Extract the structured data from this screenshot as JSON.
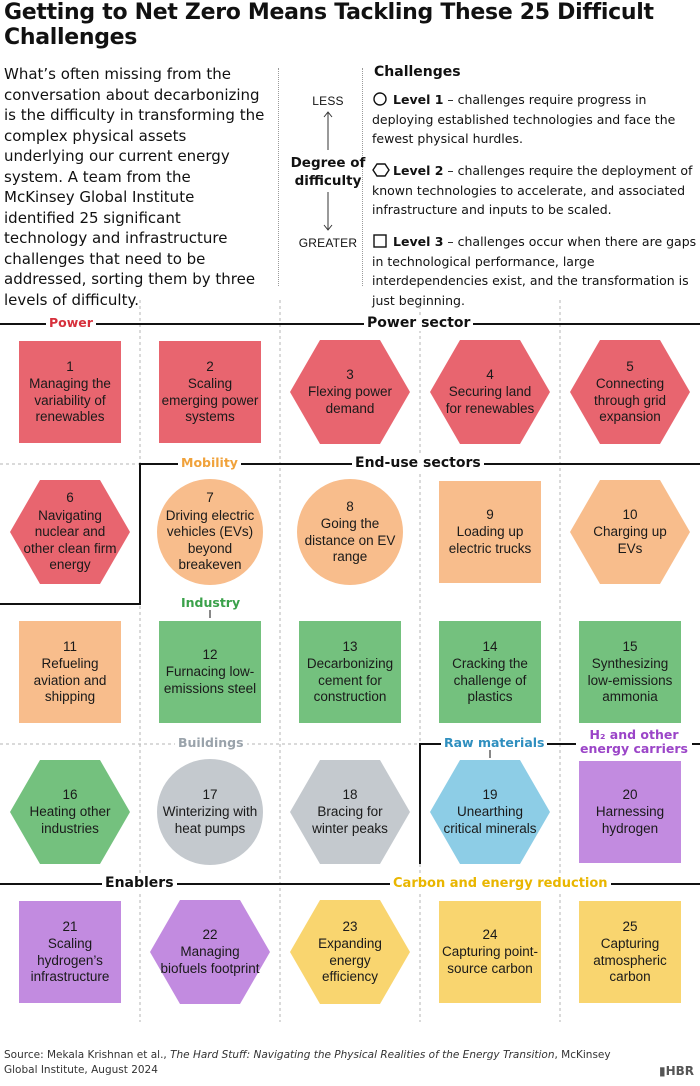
{
  "title": "Getting to Net Zero Means Tackling These 25 Difficult Challenges",
  "intro": "What’s often missing from the conversation about decarbonizing is the difficulty in transforming the complex physical assets underlying our current energy system. A team from the McKinsey Global Institute identified 25 significant technology and infrastructure challenges that need to be addressed, sorting them by three levels of difficulty.",
  "difficulty": {
    "less": "LESS",
    "label": "Degree of difficulty",
    "greater": "GREATER"
  },
  "legend": {
    "title": "Challenges",
    "items": [
      {
        "level": "Level 1",
        "shape": "circle",
        "text": "challenges require progress in deploying established technologies and face the fewest physical hurdles."
      },
      {
        "level": "Level 2",
        "shape": "hexagon",
        "text": "challenges require the deployment of known technologies to accelerate, and associated infrastructure and inputs to be scaled."
      },
      {
        "level": "Level 3",
        "shape": "square",
        "text": "challenges occur when there are gaps in technological performance, large interdependencies exist, and the transformation is just beginning."
      }
    ]
  },
  "sections": {
    "power_sector": "Power sector",
    "end_use": "End-use sectors",
    "enablers": "Enablers",
    "carbon": "Carbon and energy reduction"
  },
  "categories": {
    "power": "Power",
    "mobility": "Mobility",
    "industry": "Industry",
    "buildings": "Buildings",
    "raw_materials": "Raw materials",
    "h2": "H₂ and other energy carriers"
  },
  "colors": {
    "power": "#e8656f",
    "mobility": "#f8bd8c",
    "industry": "#74c17e",
    "buildings": "#c4c9ce",
    "raw_materials": "#8dcde6",
    "h2": "#c28be0",
    "carbon": "#f9d56f",
    "power_label": "#d6303c",
    "mobility_label": "#f0a23b",
    "industry_label": "#3aa14a",
    "buildings_label": "#9aa3ab",
    "raw_label": "#2f8fbf",
    "h2_label": "#9b45c8",
    "carbon_label": "#e9b600"
  },
  "challenges": [
    {
      "n": "1",
      "label": "Managing the variability of renewables",
      "shape": "square",
      "color": "power"
    },
    {
      "n": "2",
      "label": "Scaling emerging power systems",
      "shape": "square",
      "color": "power"
    },
    {
      "n": "3",
      "label": "Flexing power demand",
      "shape": "hexagon",
      "color": "power"
    },
    {
      "n": "4",
      "label": "Securing land for renewables",
      "shape": "hexagon",
      "color": "power"
    },
    {
      "n": "5",
      "label": "Connecting through grid expansion",
      "shape": "hexagon",
      "color": "power"
    },
    {
      "n": "6",
      "label": "Navigating nuclear and other clean firm energy",
      "shape": "hexagon",
      "color": "power"
    },
    {
      "n": "7",
      "label": "Driving electric vehicles (EVs) beyond breakeven",
      "shape": "circle",
      "color": "mobility"
    },
    {
      "n": "8",
      "label": "Going the distance on EV range",
      "shape": "circle",
      "color": "mobility"
    },
    {
      "n": "9",
      "label": "Loading up electric trucks",
      "shape": "square",
      "color": "mobility"
    },
    {
      "n": "10",
      "label": "Charging up EVs",
      "shape": "hexagon",
      "color": "mobility"
    },
    {
      "n": "11",
      "label": "Refueling aviation and shipping",
      "shape": "square",
      "color": "mobility"
    },
    {
      "n": "12",
      "label": "Furnacing low-emissions steel",
      "shape": "square",
      "color": "industry"
    },
    {
      "n": "13",
      "label": "Decarbonizing cement for construction",
      "shape": "square",
      "color": "industry"
    },
    {
      "n": "14",
      "label": "Cracking the challenge of plastics",
      "shape": "square",
      "color": "industry"
    },
    {
      "n": "15",
      "label": "Synthesizing low-emissions ammonia",
      "shape": "square",
      "color": "industry"
    },
    {
      "n": "16",
      "label": "Heating other industries",
      "shape": "hexagon",
      "color": "industry"
    },
    {
      "n": "17",
      "label": "Winterizing with heat pumps",
      "shape": "circle",
      "color": "buildings"
    },
    {
      "n": "18",
      "label": "Bracing for winter peaks",
      "shape": "hexagon",
      "color": "buildings"
    },
    {
      "n": "19",
      "label": "Unearthing critical minerals",
      "shape": "hexagon",
      "color": "raw_materials"
    },
    {
      "n": "20",
      "label": "Harnessing hydrogen",
      "shape": "square",
      "color": "h2"
    },
    {
      "n": "21",
      "label": "Scaling hydrogen’s infrastructure",
      "shape": "square",
      "color": "h2"
    },
    {
      "n": "22",
      "label": "Managing biofuels footprint",
      "shape": "hexagon",
      "color": "h2"
    },
    {
      "n": "23",
      "label": "Expanding energy efficiency",
      "shape": "hexagon",
      "color": "carbon"
    },
    {
      "n": "24",
      "label": "Capturing point-source carbon",
      "shape": "square",
      "color": "carbon"
    },
    {
      "n": "25",
      "label": "Capturing atmospheric carbon",
      "shape": "square",
      "color": "carbon"
    }
  ],
  "source": {
    "prefix": "Source: Mekala Krishnan et al., ",
    "work": "The Hard Stuff: Navigating the Physical Realities of the Energy Transition",
    "suffix": ", McKinsey Global Institute, August 2024"
  },
  "brand": "HBR"
}
